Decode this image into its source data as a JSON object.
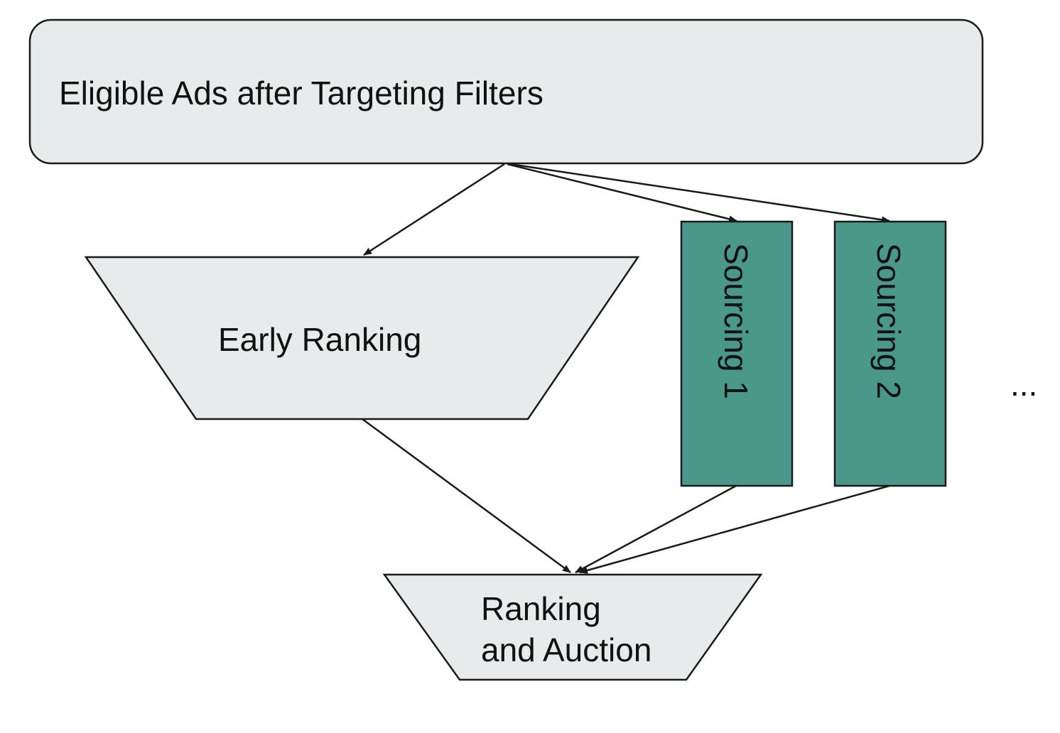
{
  "nodes": {
    "eligible_ads": {
      "label": "Eligible Ads after Targeting Filters"
    },
    "early_ranking": {
      "label": "Early Ranking"
    },
    "sourcing_1": {
      "label": "Sourcing 1"
    },
    "sourcing_2": {
      "label": "Sourcing 2"
    },
    "ranking_auction": {
      "label_line1": "Ranking",
      "label_line2": "and Auction"
    }
  },
  "ellipsis": {
    "label": "..."
  },
  "edges": [
    {
      "from": "eligible_ads",
      "to": "early_ranking"
    },
    {
      "from": "eligible_ads",
      "to": "sourcing_1"
    },
    {
      "from": "eligible_ads",
      "to": "sourcing_2"
    },
    {
      "from": "early_ranking",
      "to": "ranking_auction"
    },
    {
      "from": "sourcing_1",
      "to": "ranking_auction"
    },
    {
      "from": "sourcing_2",
      "to": "ranking_auction"
    }
  ],
  "colors": {
    "node_fill": "#e8ebeb",
    "sourcing_fill": "#4a9889",
    "stroke": "#1a1a1a"
  }
}
